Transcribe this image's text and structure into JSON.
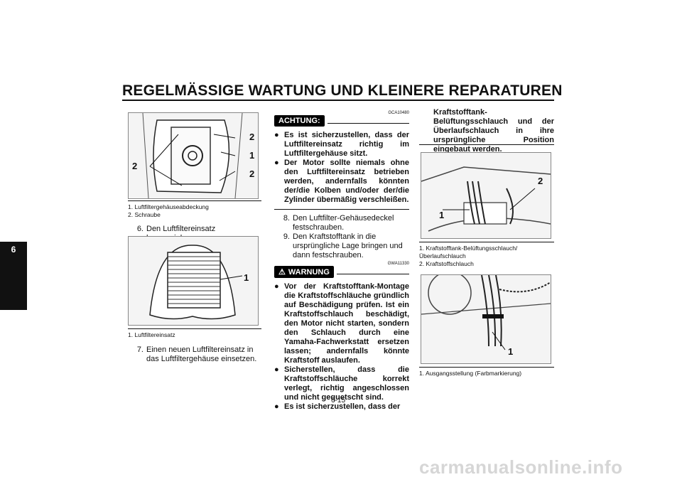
{
  "header": {
    "title": "REGELMÄSSIGE WARTUNG UND KLEINERE REPARATUREN",
    "chapter": "6"
  },
  "col1": {
    "fig1_labels": [
      "2",
      "1",
      "2",
      "2"
    ],
    "fig1_captions": [
      "1. Luftfiltergehäuseabdeckung",
      "2. Schraube"
    ],
    "step6": {
      "n": "6.",
      "text": "Den Luftfiltereinsatz herausziehen."
    },
    "fig2_label": "1",
    "fig2_caption": "1. Luftfiltereinsatz",
    "step7": {
      "n": "7.",
      "text": "Einen neuen Luftfiltereinsatz in das Luftfiltergehäuse einsetzen."
    }
  },
  "col2": {
    "notice_code": "GCA10480",
    "notice_label": "ACHTUNG:",
    "notice_items": [
      "Es ist sicherzustellen, dass der Luftfiltereinsatz richtig im Luftfiltergehäuse sitzt.",
      "Der Motor sollte niemals ohne den Luftfiltereinsatz betrieben werden, andernfalls könnten der/die Kolben und/oder der/die Zylinder übermäßig verschleißen."
    ],
    "steps": [
      {
        "n": "8.",
        "text": "Den Luftfilter-Gehäusedeckel festschrauben."
      },
      {
        "n": "9.",
        "text": "Den Kraftstofftank in die ursprüngliche Lage bringen und dann festschrauben."
      }
    ],
    "warning_code": "GWA11330",
    "warning_label": "WARNUNG",
    "warning_items": [
      "Vor der Kraftstofftank-Montage die Kraftstoffschläuche gründlich auf Beschädigung prüfen. Ist ein Kraftstoffschlauch beschädigt, den Motor nicht starten, sondern den Schlauch durch eine Yamaha-Fachwerkstatt ersetzen lassen; andernfalls könnte Kraftstoff auslaufen.",
      "Sicherstellen, dass die Kraftstoffschläuche korrekt verlegt, richtig angeschlossen und nicht gequetscht sind.",
      "Es ist sicherzustellen, dass der"
    ]
  },
  "col3": {
    "continued_text": "Kraftstofftank-Belüftungsschlauch und der Überlaufschlauch in ihre ursprüngliche Position eingebaut werden.",
    "fig3_labels": [
      "2",
      "1"
    ],
    "fig3_captions": [
      "1. Kraftstofftank-Belüftungsschlauch/ Überlaufschlauch",
      "2. Kraftstoffschlauch"
    ],
    "fig4_label": "1",
    "fig4_caption": "1. Ausgangsstellung (Farbmarkierung)"
  },
  "footer": {
    "page_number": "6-15",
    "watermark": "carmanualsonline.info"
  }
}
